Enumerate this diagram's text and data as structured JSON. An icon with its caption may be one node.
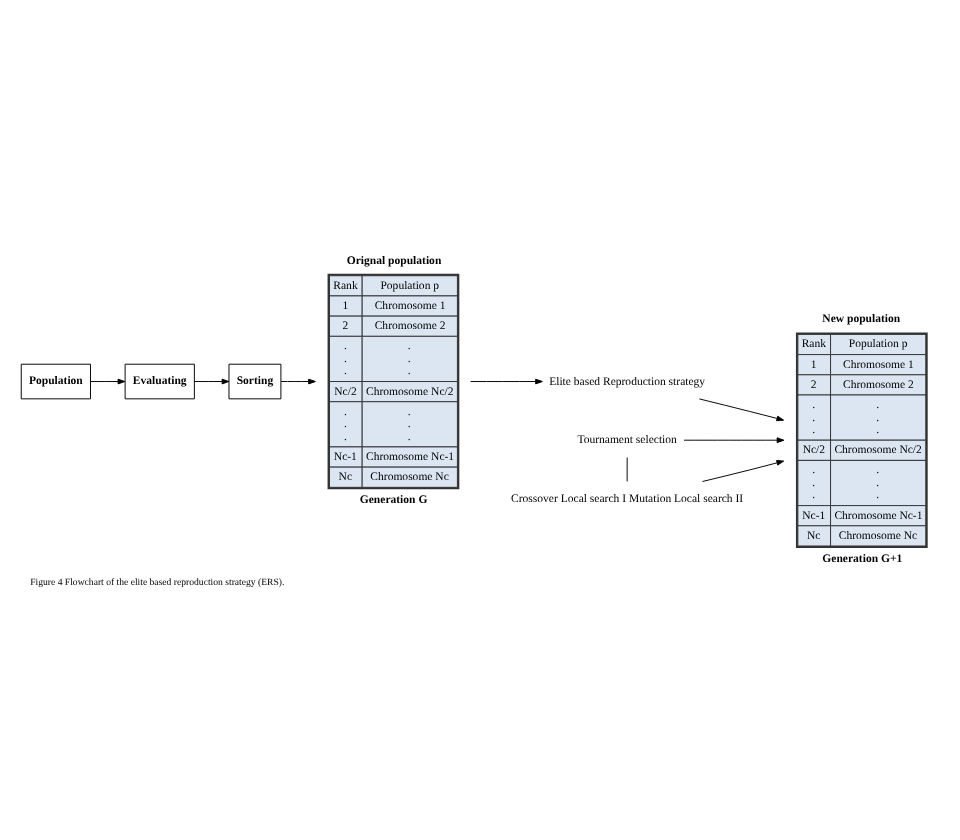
{
  "diagram": {
    "caption": "Figure 4 Flowchart of the elite based reproduction strategy (ERS).",
    "nodes": [
      {
        "text": [
          "Population"
        ]
      },
      {
        "text": [
          "Evaluating"
        ]
      },
      {
        "text": [
          "Sorting"
        ]
      },
      {
        "text": [
          "Orignal population",
          "Rank",
          "Population p",
          "1",
          "Chromosome 1",
          "2",
          "Chromosome 2",
          ". . .",
          ". . .",
          "Nc/2",
          "Chromosome Nc/2",
          ". . .",
          ". . .",
          "Nc-1",
          "Chromosome Nc-1",
          "Nc",
          "Chromosome Nc"
        ],
        "beside": [
          "Generation G"
        ]
      },
      {
        "text": [
          "Elite based Reproduction strategy"
        ]
      },
      {
        "text": [
          "Tournament selection"
        ]
      },
      {
        "text": [
          "Crossover Local search I Mutation Local search II"
        ]
      },
      {
        "text": [
          "New population",
          "Rank",
          "Population p",
          "1",
          "Chromosome 1",
          "2",
          "Chromosome 2",
          ". . .",
          ". . .",
          "Nc/2",
          "Chromosome Nc/2",
          ". . .",
          ". . .",
          "Nc-1",
          "Chromosome Nc-1",
          "Nc",
          "Chromosome Nc"
        ],
        "beside": [
          "Generation G+1"
        ]
      }
    ],
    "edges": [
      {
        "from": 0,
        "to": 1,
        "arrow": "to"
      },
      {
        "from": 1,
        "to": 2,
        "arrow": "to"
      },
      {
        "from": 2,
        "to": 3,
        "arrow": "to"
      },
      {
        "from": 3,
        "to": 4,
        "arrow": "to"
      },
      {
        "from": 4,
        "to": 7,
        "arrow": "to"
      },
      {
        "from": 5,
        "to": 7,
        "arrow": "to"
      },
      {
        "from": 5,
        "to": 6,
        "arrow": "none"
      },
      {
        "from": 6,
        "to": 7,
        "arrow": "to"
      }
    ]
  }
}
